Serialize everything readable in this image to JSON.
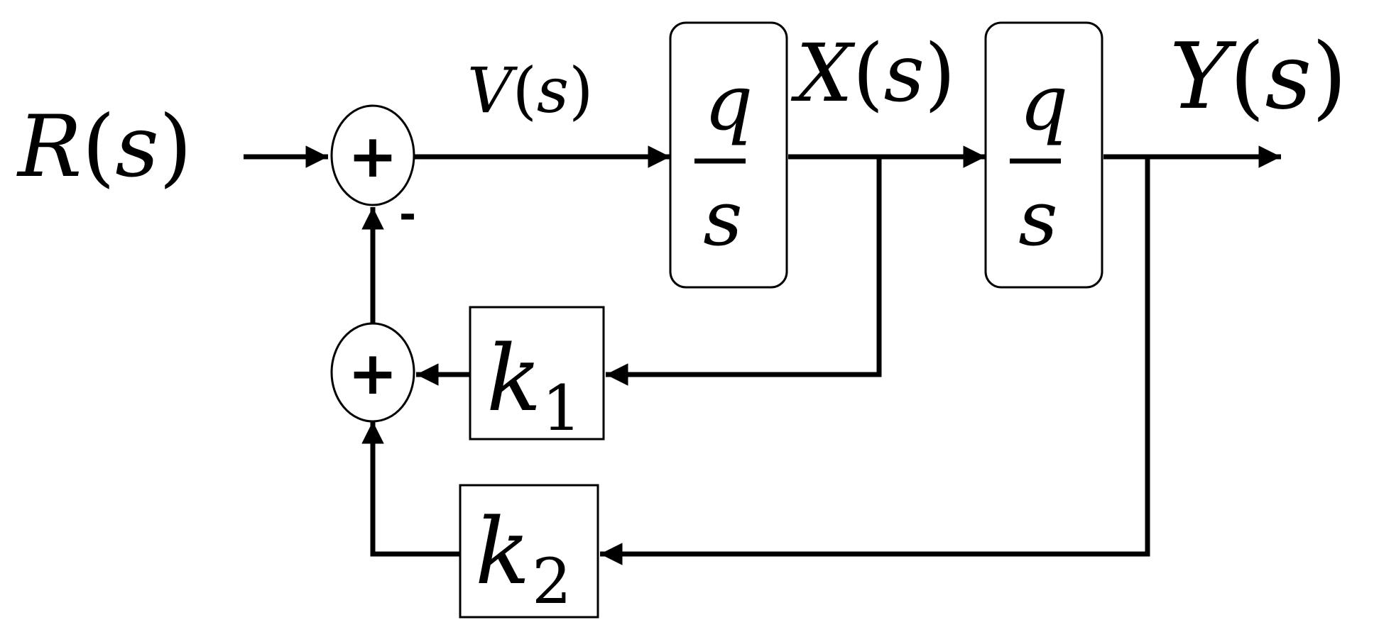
{
  "signals": {
    "input": {
      "name": "R",
      "arg": "s"
    },
    "v": {
      "name": "V",
      "arg": "s"
    },
    "x": {
      "name": "X",
      "arg": "s"
    },
    "output": {
      "name": "Y",
      "arg": "s"
    }
  },
  "blocks": {
    "integrator1": {
      "numerator": "q",
      "denominator": "s"
    },
    "integrator2": {
      "numerator": "q",
      "denominator": "s"
    },
    "gain1": {
      "symbol": "k",
      "subscript": "1"
    },
    "gain2": {
      "symbol": "k",
      "subscript": "2"
    }
  },
  "junctions": {
    "main_sum": {
      "sign": "+",
      "feedback_sign": "-"
    },
    "feedback_sum": {
      "sign": "+"
    }
  },
  "colors": {
    "line": "#000000",
    "background": "#ffffff"
  }
}
